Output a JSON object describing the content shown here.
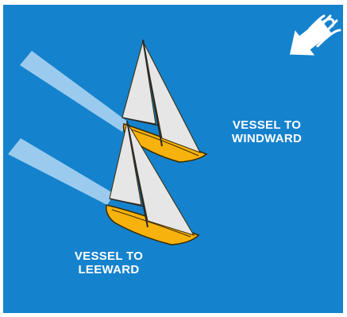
{
  "labels": {
    "windward": [
      "VESSEL TO",
      "WINDWARD"
    ],
    "leeward": [
      "VESSEL TO",
      "LEEWARD"
    ],
    "wind": "WIND"
  },
  "colors": {
    "water": "#1582cd",
    "sail": "#e6e6e6",
    "hull": "#f7b20d",
    "hull_outline": "#3a2a00",
    "wind_shadow": "#a9d3f2",
    "arrow": "#ffffff"
  },
  "icons": {
    "wind_arrow": "wind-arrow-icon",
    "wind_gust": "wind-gust-icon"
  }
}
